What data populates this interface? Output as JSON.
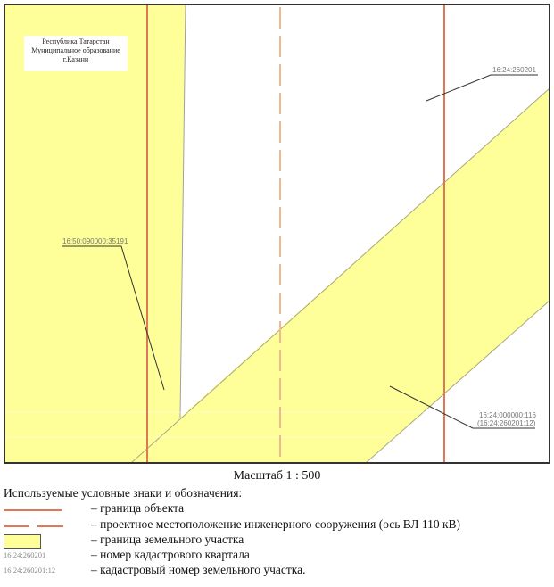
{
  "map": {
    "title_lines": [
      "Республика Татарстан",
      "Муниципальное образование",
      "г.Казани"
    ],
    "labels": {
      "quarter_top_right": "16:24:260201",
      "parcel_left": "16:50:090000:35191",
      "parcel_bottom_right_line1": "16:24:000000:116",
      "parcel_bottom_right_line2": "(16:24:260201:12)"
    },
    "colors": {
      "parcel_fill": "#ffff99",
      "object_boundary": "#e07858",
      "axis_line": "#f0b890",
      "frame": "#333333",
      "leader": "#333333",
      "label_text": "#777777"
    }
  },
  "scale": {
    "label": "Масштаб 1 : 500"
  },
  "legend": {
    "title": "Используемые условные знаки и обозначения:",
    "items": [
      {
        "symbol": "solid-line",
        "description": "– граница объекта"
      },
      {
        "symbol": "dashed-line",
        "description": "– проектное местоположение инженерного сооружения (ось ВЛ 110 кВ)"
      },
      {
        "symbol": "yellow-box",
        "description": "– граница земельного участка"
      },
      {
        "symbol": "text",
        "symbol_text": "16:24:260201",
        "description": "– номер кадастрового квартала"
      },
      {
        "symbol": "text",
        "symbol_text": "16:24:260201:12",
        "description": "– кадастровый номер земельного участка."
      }
    ]
  }
}
